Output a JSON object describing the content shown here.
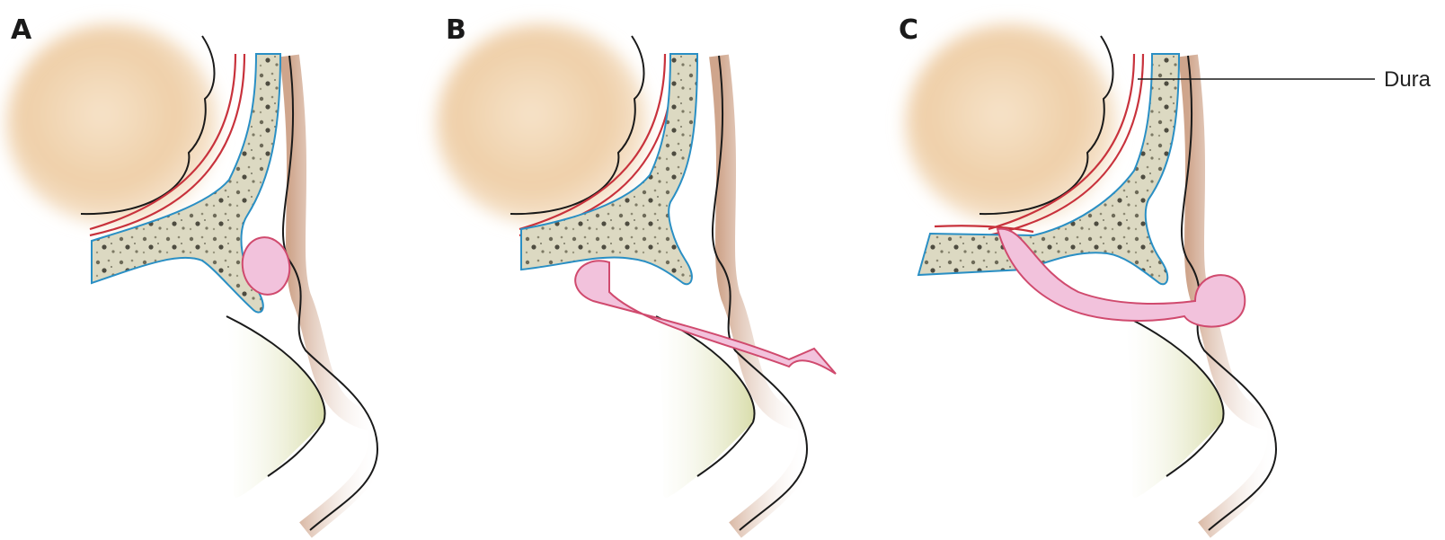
{
  "panels": [
    {
      "letter": "A",
      "description_key": "normal"
    },
    {
      "letter": "B",
      "description_key": "dermal-sinus"
    },
    {
      "letter": "C",
      "description_key": "intracranial-extension"
    }
  ],
  "callout": {
    "label": "Dura"
  },
  "colors": {
    "brain": "#f1d7b5",
    "dura": "#c8323c",
    "bone_outline": "#2a8fc4",
    "bone_fill": "#dcd9c2",
    "skin": "#d9b8a2",
    "lesion": "#f2c2dc",
    "lesion_outline": "#d04a6e",
    "cartilage": "#dfe3b4",
    "line": "#1a1a1a"
  }
}
